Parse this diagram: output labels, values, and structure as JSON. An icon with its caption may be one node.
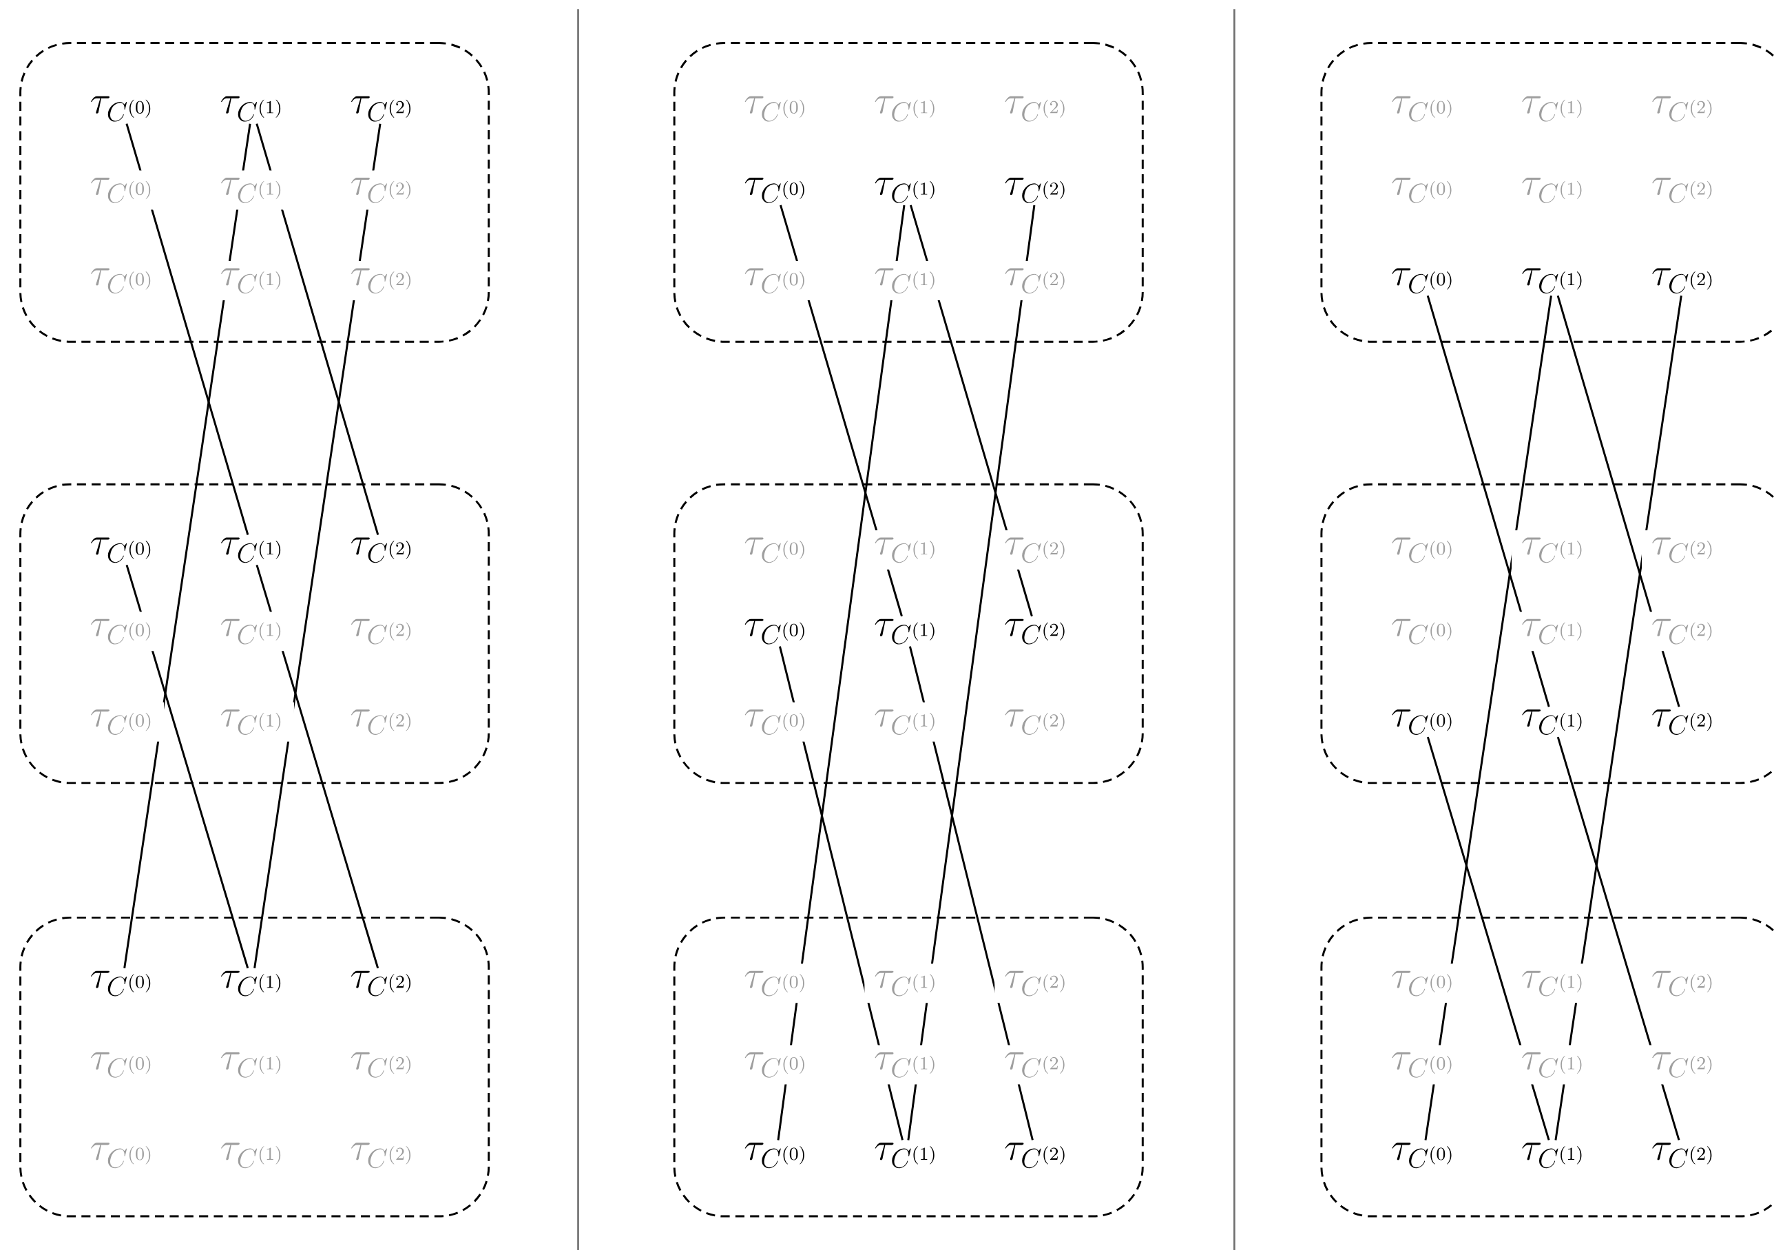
{
  "diagram": {
    "nodes": [
      {
        "text": [],
        "shape": "box"
      },
      {
        "text": [
          "\\tau_{C^{(0)}}"
        ],
        "in": 0
      },
      {
        "text": [
          "\\tau_{C^{(1)}}"
        ],
        "in": 0
      },
      {
        "text": [
          "\\tau_{C^{(2)}}"
        ],
        "in": 0
      },
      {
        "text": [
          "\\tau_{C^{(0)}}"
        ],
        "in": 0
      },
      {
        "text": [
          "\\tau_{C^{(1)}}"
        ],
        "in": 0
      },
      {
        "text": [
          "\\tau_{C^{(2)}}"
        ],
        "in": 0
      },
      {
        "text": [
          "\\tau_{C^{(0)}}"
        ],
        "in": 0
      },
      {
        "text": [
          "\\tau_{C^{(1)}}"
        ],
        "in": 0
      },
      {
        "text": [
          "\\tau_{C^{(2)}}"
        ],
        "in": 0
      },
      {
        "text": [],
        "shape": "box"
      },
      {
        "text": [
          "\\tau_{C^{(0)}}"
        ],
        "in": 10
      },
      {
        "text": [
          "\\tau_{C^{(1)}}"
        ],
        "in": 10
      },
      {
        "text": [
          "\\tau_{C^{(2)}}"
        ],
        "in": 10
      },
      {
        "text": [
          "\\tau_{C^{(0)}}"
        ],
        "in": 10
      },
      {
        "text": [
          "\\tau_{C^{(1)}}"
        ],
        "in": 10
      },
      {
        "text": [
          "\\tau_{C^{(2)}}"
        ],
        "in": 10
      },
      {
        "text": [
          "\\tau_{C^{(0)}}"
        ],
        "in": 10
      },
      {
        "text": [
          "\\tau_{C^{(1)}}"
        ],
        "in": 10
      },
      {
        "text": [
          "\\tau_{C^{(2)}}"
        ],
        "in": 10
      },
      {
        "text": [],
        "shape": "box"
      },
      {
        "text": [
          "\\tau_{C^{(0)}}"
        ],
        "in": 20
      },
      {
        "text": [
          "\\tau_{C^{(1)}}"
        ],
        "in": 20
      },
      {
        "text": [
          "\\tau_{C^{(2)}}"
        ],
        "in": 20
      },
      {
        "text": [
          "\\tau_{C^{(0)}}"
        ],
        "in": 20
      },
      {
        "text": [
          "\\tau_{C^{(1)}}"
        ],
        "in": 20
      },
      {
        "text": [
          "\\tau_{C^{(2)}}"
        ],
        "in": 20
      },
      {
        "text": [
          "\\tau_{C^{(0)}}"
        ],
        "in": 20
      },
      {
        "text": [
          "\\tau_{C^{(1)}}"
        ],
        "in": 20
      },
      {
        "text": [
          "\\tau_{C^{(2)}}"
        ],
        "in": 20
      },
      {
        "text": [],
        "shape": "box"
      },
      {
        "text": [
          "\\tau_{C^{(0)}}"
        ],
        "in": 30
      },
      {
        "text": [
          "\\tau_{C^{(1)}}"
        ],
        "in": 30
      },
      {
        "text": [
          "\\tau_{C^{(2)}}"
        ],
        "in": 30
      },
      {
        "text": [
          "\\tau_{C^{(0)}}"
        ],
        "in": 30
      },
      {
        "text": [
          "\\tau_{C^{(1)}}"
        ],
        "in": 30
      },
      {
        "text": [
          "\\tau_{C^{(2)}}"
        ],
        "in": 30
      },
      {
        "text": [
          "\\tau_{C^{(0)}}"
        ],
        "in": 30
      },
      {
        "text": [
          "\\tau_{C^{(1)}}"
        ],
        "in": 30
      },
      {
        "text": [
          "\\tau_{C^{(2)}}"
        ],
        "in": 30
      },
      {
        "text": [],
        "shape": "box"
      },
      {
        "text": [
          "\\tau_{C^{(0)}}"
        ],
        "in": 40
      },
      {
        "text": [
          "\\tau_{C^{(1)}}"
        ],
        "in": 40
      },
      {
        "text": [
          "\\tau_{C^{(2)}}"
        ],
        "in": 40
      },
      {
        "text": [
          "\\tau_{C^{(0)}}"
        ],
        "in": 40
      },
      {
        "text": [
          "\\tau_{C^{(1)}}"
        ],
        "in": 40
      },
      {
        "text": [
          "\\tau_{C^{(2)}}"
        ],
        "in": 40
      },
      {
        "text": [
          "\\tau_{C^{(0)}}"
        ],
        "in": 40
      },
      {
        "text": [
          "\\tau_{C^{(1)}}"
        ],
        "in": 40
      },
      {
        "text": [
          "\\tau_{C^{(2)}}"
        ],
        "in": 40
      },
      {
        "text": [],
        "shape": "box"
      },
      {
        "text": [
          "\\tau_{C^{(0)}}"
        ],
        "in": 50
      },
      {
        "text": [
          "\\tau_{C^{(1)}}"
        ],
        "in": 50
      },
      {
        "text": [
          "\\tau_{C^{(2)}}"
        ],
        "in": 50
      },
      {
        "text": [
          "\\tau_{C^{(0)}}"
        ],
        "in": 50
      },
      {
        "text": [
          "\\tau_{C^{(1)}}"
        ],
        "in": 50
      },
      {
        "text": [
          "\\tau_{C^{(2)}}"
        ],
        "in": 50
      },
      {
        "text": [
          "\\tau_{C^{(0)}}"
        ],
        "in": 50
      },
      {
        "text": [
          "\\tau_{C^{(1)}}"
        ],
        "in": 50
      },
      {
        "text": [
          "\\tau_{C^{(2)}}"
        ],
        "in": 50
      },
      {
        "text": [],
        "shape": "box"
      },
      {
        "text": [
          "\\tau_{C^{(0)}}"
        ],
        "in": 60
      },
      {
        "text": [
          "\\tau_{C^{(1)}}"
        ],
        "in": 60
      },
      {
        "text": [
          "\\tau_{C^{(2)}}"
        ],
        "in": 60
      },
      {
        "text": [
          "\\tau_{C^{(0)}}"
        ],
        "in": 60
      },
      {
        "text": [
          "\\tau_{C^{(1)}}"
        ],
        "in": 60
      },
      {
        "text": [
          "\\tau_{C^{(2)}}"
        ],
        "in": 60
      },
      {
        "text": [
          "\\tau_{C^{(0)}}"
        ],
        "in": 60
      },
      {
        "text": [
          "\\tau_{C^{(1)}}"
        ],
        "in": 60
      },
      {
        "text": [
          "\\tau_{C^{(2)}}"
        ],
        "in": 60
      },
      {
        "text": [],
        "shape": "box"
      },
      {
        "text": [
          "\\tau_{C^{(0)}}"
        ],
        "in": 70
      },
      {
        "text": [
          "\\tau_{C^{(1)}}"
        ],
        "in": 70
      },
      {
        "text": [
          "\\tau_{C^{(2)}}"
        ],
        "in": 70
      },
      {
        "text": [
          "\\tau_{C^{(0)}}"
        ],
        "in": 70
      },
      {
        "text": [
          "\\tau_{C^{(1)}}"
        ],
        "in": 70
      },
      {
        "text": [
          "\\tau_{C^{(2)}}"
        ],
        "in": 70
      },
      {
        "text": [
          "\\tau_{C^{(0)}}"
        ],
        "in": 70
      },
      {
        "text": [
          "\\tau_{C^{(1)}}"
        ],
        "in": 70
      },
      {
        "text": [
          "\\tau_{C^{(2)}}"
        ],
        "in": 70
      },
      {
        "text": [],
        "shape": "box"
      },
      {
        "text": [
          "\\tau_{C^{(0)}}"
        ],
        "in": 80
      },
      {
        "text": [
          "\\tau_{C^{(1)}}"
        ],
        "in": 80
      },
      {
        "text": [
          "\\tau_{C^{(2)}}"
        ],
        "in": 80
      },
      {
        "text": [
          "\\tau_{C^{(0)}}"
        ],
        "in": 80
      },
      {
        "text": [
          "\\tau_{C^{(1)}}"
        ],
        "in": 80
      },
      {
        "text": [
          "\\tau_{C^{(2)}}"
        ],
        "in": 80
      },
      {
        "text": [
          "\\tau_{C^{(0)}}"
        ],
        "in": 80
      },
      {
        "text": [
          "\\tau_{C^{(1)}}"
        ],
        "in": 80
      },
      {
        "text": [
          "\\tau_{C^{(2)}}"
        ],
        "in": 80
      }
    ],
    "edges": [
      {
        "from": 1,
        "to": 12,
        "arrow": "none"
      },
      {
        "from": 2,
        "to": 21,
        "arrow": "none"
      },
      {
        "from": 2,
        "to": 13,
        "arrow": "none"
      },
      {
        "from": 3,
        "to": 22,
        "arrow": "none"
      },
      {
        "from": 11,
        "to": 22,
        "arrow": "none"
      },
      {
        "from": 12,
        "to": 23,
        "arrow": "none"
      },
      {
        "from": 34,
        "to": 45,
        "arrow": "none"
      },
      {
        "from": 35,
        "to": 57,
        "arrow": "none"
      },
      {
        "from": 35,
        "to": 46,
        "arrow": "none"
      },
      {
        "from": 36,
        "to": 58,
        "arrow": "none"
      },
      {
        "from": 44,
        "to": 58,
        "arrow": "none"
      },
      {
        "from": 45,
        "to": 59,
        "arrow": "none"
      },
      {
        "from": 67,
        "to": 78,
        "arrow": "none"
      },
      {
        "from": 68,
        "to": 87,
        "arrow": "none"
      },
      {
        "from": 68,
        "to": 79,
        "arrow": "none"
      },
      {
        "from": 69,
        "to": 88,
        "arrow": "none"
      },
      {
        "from": 77,
        "to": 88,
        "arrow": "none"
      },
      {
        "from": 78,
        "to": 89,
        "arrow": "none"
      }
    ]
  }
}
